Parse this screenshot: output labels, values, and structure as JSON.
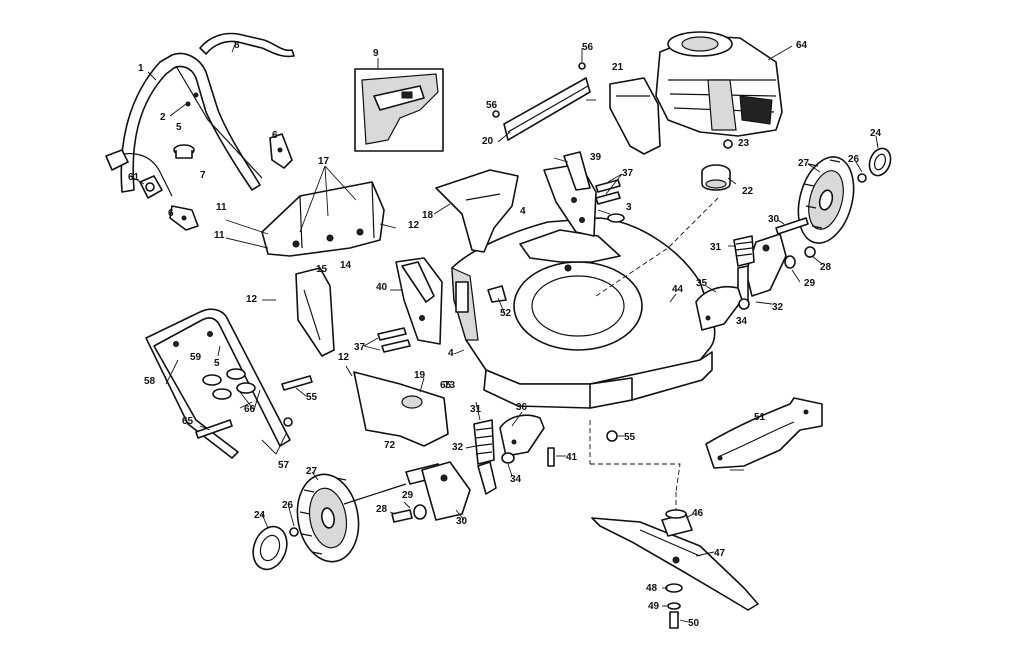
{
  "diagram": {
    "labels": [
      {
        "id": "l1",
        "text": "1"
      },
      {
        "id": "l2",
        "text": "2"
      },
      {
        "id": "l3",
        "text": "3"
      },
      {
        "id": "l4a",
        "text": "4"
      },
      {
        "id": "l4b",
        "text": "4"
      },
      {
        "id": "l5a",
        "text": "5"
      },
      {
        "id": "l5b",
        "text": "5"
      },
      {
        "id": "l6a",
        "text": "6"
      },
      {
        "id": "l6b",
        "text": "6"
      },
      {
        "id": "l7",
        "text": "7"
      },
      {
        "id": "l8",
        "text": "8"
      },
      {
        "id": "l9",
        "text": "9"
      },
      {
        "id": "l11a",
        "text": "11"
      },
      {
        "id": "l11b",
        "text": "11"
      },
      {
        "id": "l12a",
        "text": "12"
      },
      {
        "id": "l12b",
        "text": "12"
      },
      {
        "id": "l12c",
        "text": "12"
      },
      {
        "id": "l14",
        "text": "14"
      },
      {
        "id": "l15",
        "text": "15"
      },
      {
        "id": "l17",
        "text": "17"
      },
      {
        "id": "l18",
        "text": "18"
      },
      {
        "id": "l19",
        "text": "19"
      },
      {
        "id": "l20",
        "text": "20"
      },
      {
        "id": "l21",
        "text": "21"
      },
      {
        "id": "l22",
        "text": "22"
      },
      {
        "id": "l23",
        "text": "23"
      },
      {
        "id": "l24a",
        "text": "24"
      },
      {
        "id": "l24b",
        "text": "24"
      },
      {
        "id": "l26a",
        "text": "26"
      },
      {
        "id": "l26b",
        "text": "26"
      },
      {
        "id": "l27a",
        "text": "27"
      },
      {
        "id": "l27b",
        "text": "27"
      },
      {
        "id": "l28a",
        "text": "28"
      },
      {
        "id": "l28b",
        "text": "28"
      },
      {
        "id": "l29a",
        "text": "29"
      },
      {
        "id": "l29b",
        "text": "29"
      },
      {
        "id": "l30a",
        "text": "30"
      },
      {
        "id": "l30b",
        "text": "30"
      },
      {
        "id": "l31a",
        "text": "31"
      },
      {
        "id": "l31b",
        "text": "31"
      },
      {
        "id": "l32a",
        "text": "32"
      },
      {
        "id": "l32b",
        "text": "32"
      },
      {
        "id": "l34a",
        "text": "34"
      },
      {
        "id": "l34b",
        "text": "34"
      },
      {
        "id": "l35",
        "text": "35"
      },
      {
        "id": "l36",
        "text": "36"
      },
      {
        "id": "l37a",
        "text": "37"
      },
      {
        "id": "l37b",
        "text": "37"
      },
      {
        "id": "l39",
        "text": "39"
      },
      {
        "id": "l40",
        "text": "40"
      },
      {
        "id": "l41",
        "text": "41"
      },
      {
        "id": "l44",
        "text": "44"
      },
      {
        "id": "l46",
        "text": "46"
      },
      {
        "id": "l47",
        "text": "47"
      },
      {
        "id": "l48",
        "text": "48"
      },
      {
        "id": "l49",
        "text": "49"
      },
      {
        "id": "l50",
        "text": "50"
      },
      {
        "id": "l51",
        "text": "51"
      },
      {
        "id": "l52",
        "text": "52"
      },
      {
        "id": "l55a",
        "text": "55"
      },
      {
        "id": "l55b",
        "text": "55"
      },
      {
        "id": "l56a",
        "text": "56"
      },
      {
        "id": "l56b",
        "text": "56"
      },
      {
        "id": "l57",
        "text": "57"
      },
      {
        "id": "l58",
        "text": "58"
      },
      {
        "id": "l59",
        "text": "59"
      },
      {
        "id": "l61",
        "text": "61"
      },
      {
        "id": "l64",
        "text": "64"
      },
      {
        "id": "l65a",
        "text": "65"
      },
      {
        "id": "l65b",
        "text": "65"
      },
      {
        "id": "l66",
        "text": "66"
      },
      {
        "id": "l72",
        "text": "72"
      },
      {
        "id": "l73",
        "text": "73"
      }
    ]
  }
}
